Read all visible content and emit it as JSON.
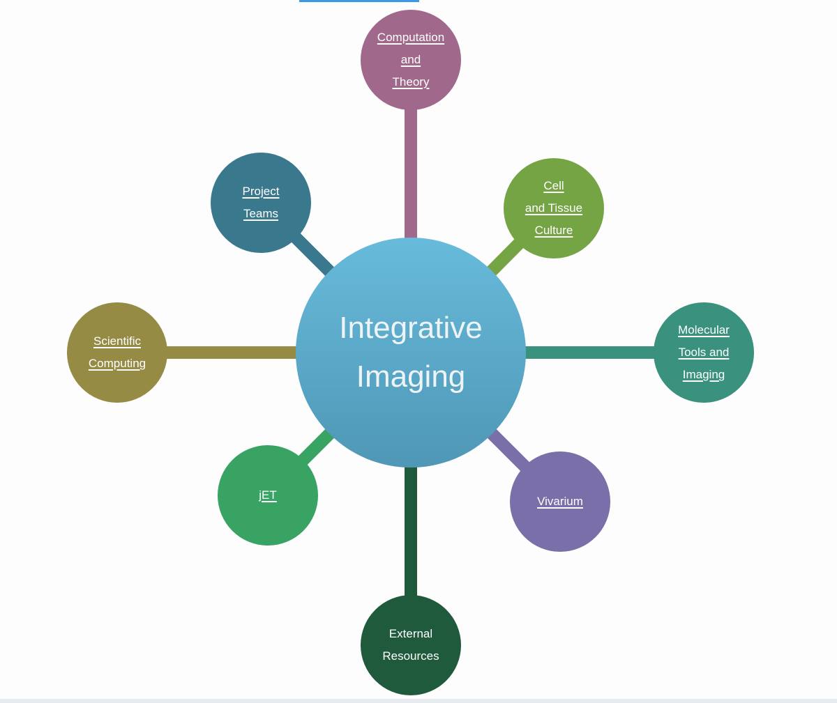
{
  "hub": {
    "title": "Integrative\nImaging",
    "color": "#60b0d1"
  },
  "accent_color": "#3b9ae6",
  "nodes": [
    {
      "id": "computation",
      "label": "Computation\nand\nTheory",
      "color": "#a0688a",
      "link": true
    },
    {
      "id": "cell",
      "label": "Cell\nand Tissue\nCulture",
      "color": "#75a444",
      "link": true
    },
    {
      "id": "molecular",
      "label": "Molecular\nTools and\nImaging",
      "color": "#3a917d",
      "link": true
    },
    {
      "id": "vivarium",
      "label": "Vivarium",
      "color": "#7a6fa9",
      "link": true
    },
    {
      "id": "external",
      "label": "External\nResources",
      "color": "#1f5a3c",
      "link": false
    },
    {
      "id": "jet",
      "label": "jET",
      "color": "#38a363",
      "link": true
    },
    {
      "id": "scientific",
      "label": "Scientific\nComputing",
      "color": "#958b45",
      "link": true
    },
    {
      "id": "project",
      "label": "Project\nTeams",
      "color": "#3a788d",
      "link": true
    }
  ]
}
